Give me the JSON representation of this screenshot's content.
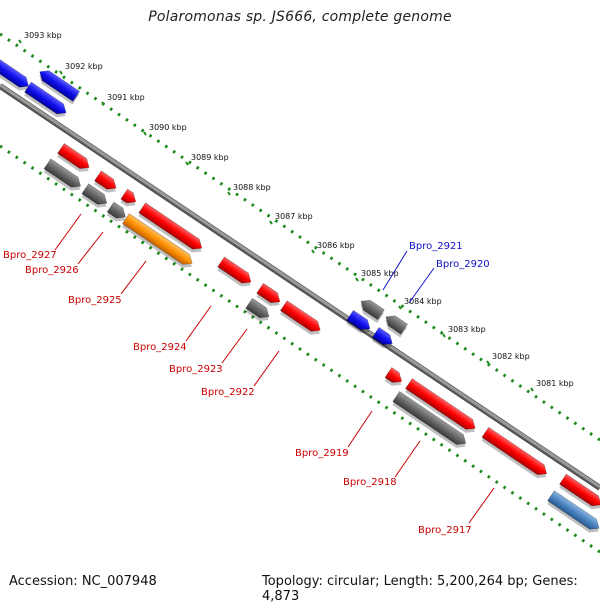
{
  "title": "Polaromonas sp. JS666, complete genome",
  "footer": {
    "accession": "Accession: NC_007948",
    "summary": "Topology: circular; Length: 5,200,264 bp; Genes: 4,873"
  },
  "scale_labels": [
    "3093 kbp",
    "3092 kbp",
    "3091 kbp",
    "3090 kbp",
    "3089 kbp",
    "3088 kbp",
    "3087 kbp",
    "3086 kbp",
    "3085 kbp",
    "3084 kbp",
    "3083 kbp",
    "3082 kbp",
    "3081 kbp"
  ],
  "gene_labels": [
    {
      "text": "Bpro_2927",
      "strand": "reverse"
    },
    {
      "text": "Bpro_2926",
      "strand": "reverse"
    },
    {
      "text": "Bpro_2925",
      "strand": "reverse"
    },
    {
      "text": "Bpro_2924",
      "strand": "reverse"
    },
    {
      "text": "Bpro_2923",
      "strand": "reverse"
    },
    {
      "text": "Bpro_2922",
      "strand": "reverse"
    },
    {
      "text": "Bpro_2921",
      "strand": "forward"
    },
    {
      "text": "Bpro_2920",
      "strand": "forward"
    },
    {
      "text": "Bpro_2919",
      "strand": "reverse"
    },
    {
      "text": "Bpro_2918",
      "strand": "reverse"
    },
    {
      "text": "Bpro_2917",
      "strand": "reverse"
    }
  ],
  "colors": {
    "backbone": "#7f7f7f",
    "scale_dots": "#1a8a1a",
    "forward_label": "#1010cc",
    "reverse_label": "#cc0000",
    "gene_red": "#ff1010",
    "gene_blue": "#1a1aee",
    "gene_gray": "#6e6e6e",
    "gene_orange": "#ff9a10",
    "gene_steel": "#4a84c0"
  }
}
